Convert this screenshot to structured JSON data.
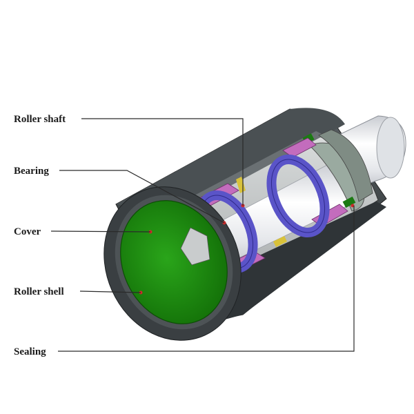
{
  "callouts": {
    "roller_shaft": "Roller shaft",
    "bearing": "Bearing",
    "cover": "Cover",
    "roller_shell": "Roller shell",
    "sealing": "Sealing"
  },
  "colors": {
    "shell": "#3f4446",
    "cover": "#1f8f12",
    "bearing": "#5a54c8",
    "housing": "#c36cbd",
    "shaft": "#e8eaee",
    "seal": "#8d9d93",
    "marker": "#cc2a2a"
  }
}
